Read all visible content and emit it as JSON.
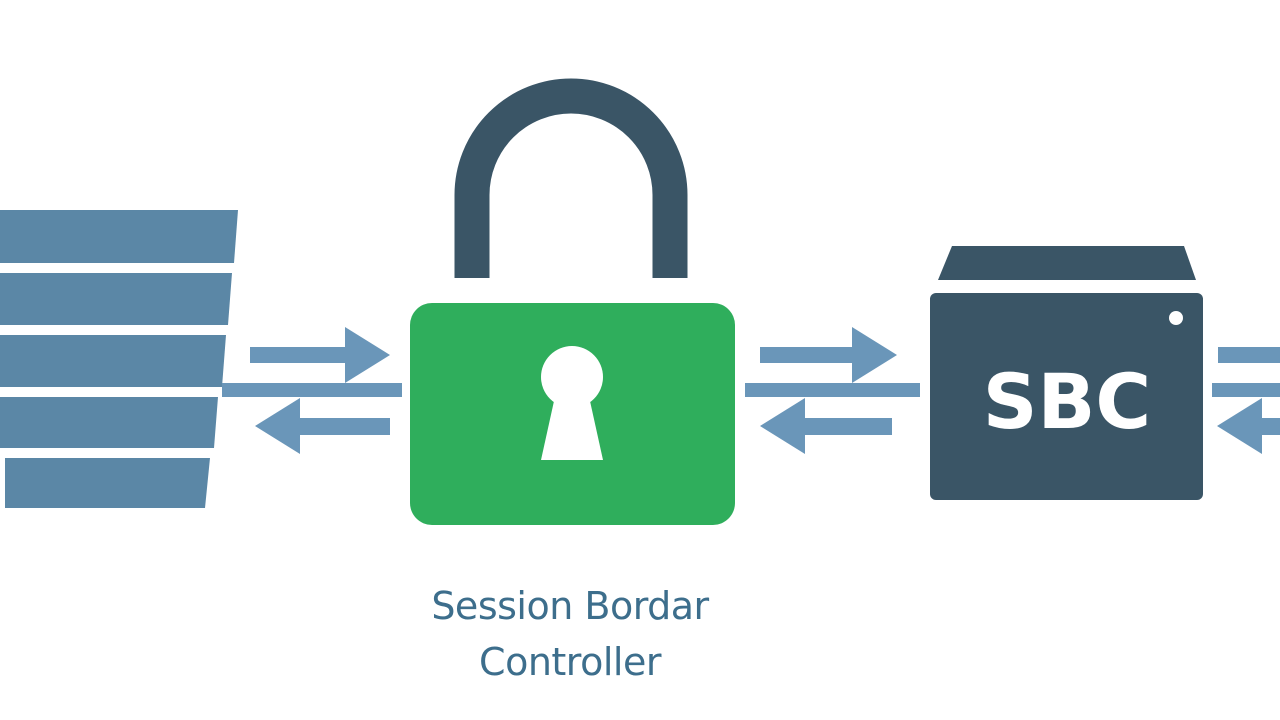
{
  "diagram": {
    "device_label": "SBC",
    "caption_line1": "Session Bordar",
    "caption_line2": "Controller"
  },
  "colors": {
    "background": "#ffffff",
    "server_stack": "#5b87a6",
    "arrow": "#6a96b9",
    "lock_shackle": "#3a5566",
    "lock_body": "#2fae5c",
    "keyhole": "#ffffff",
    "device": "#3a5566",
    "device_text": "#ffffff",
    "caption_text": "#3d6e8c"
  },
  "icons": {
    "left": "server-stack-icon",
    "center": "padlock-icon",
    "right": "sbc-device-icon"
  }
}
